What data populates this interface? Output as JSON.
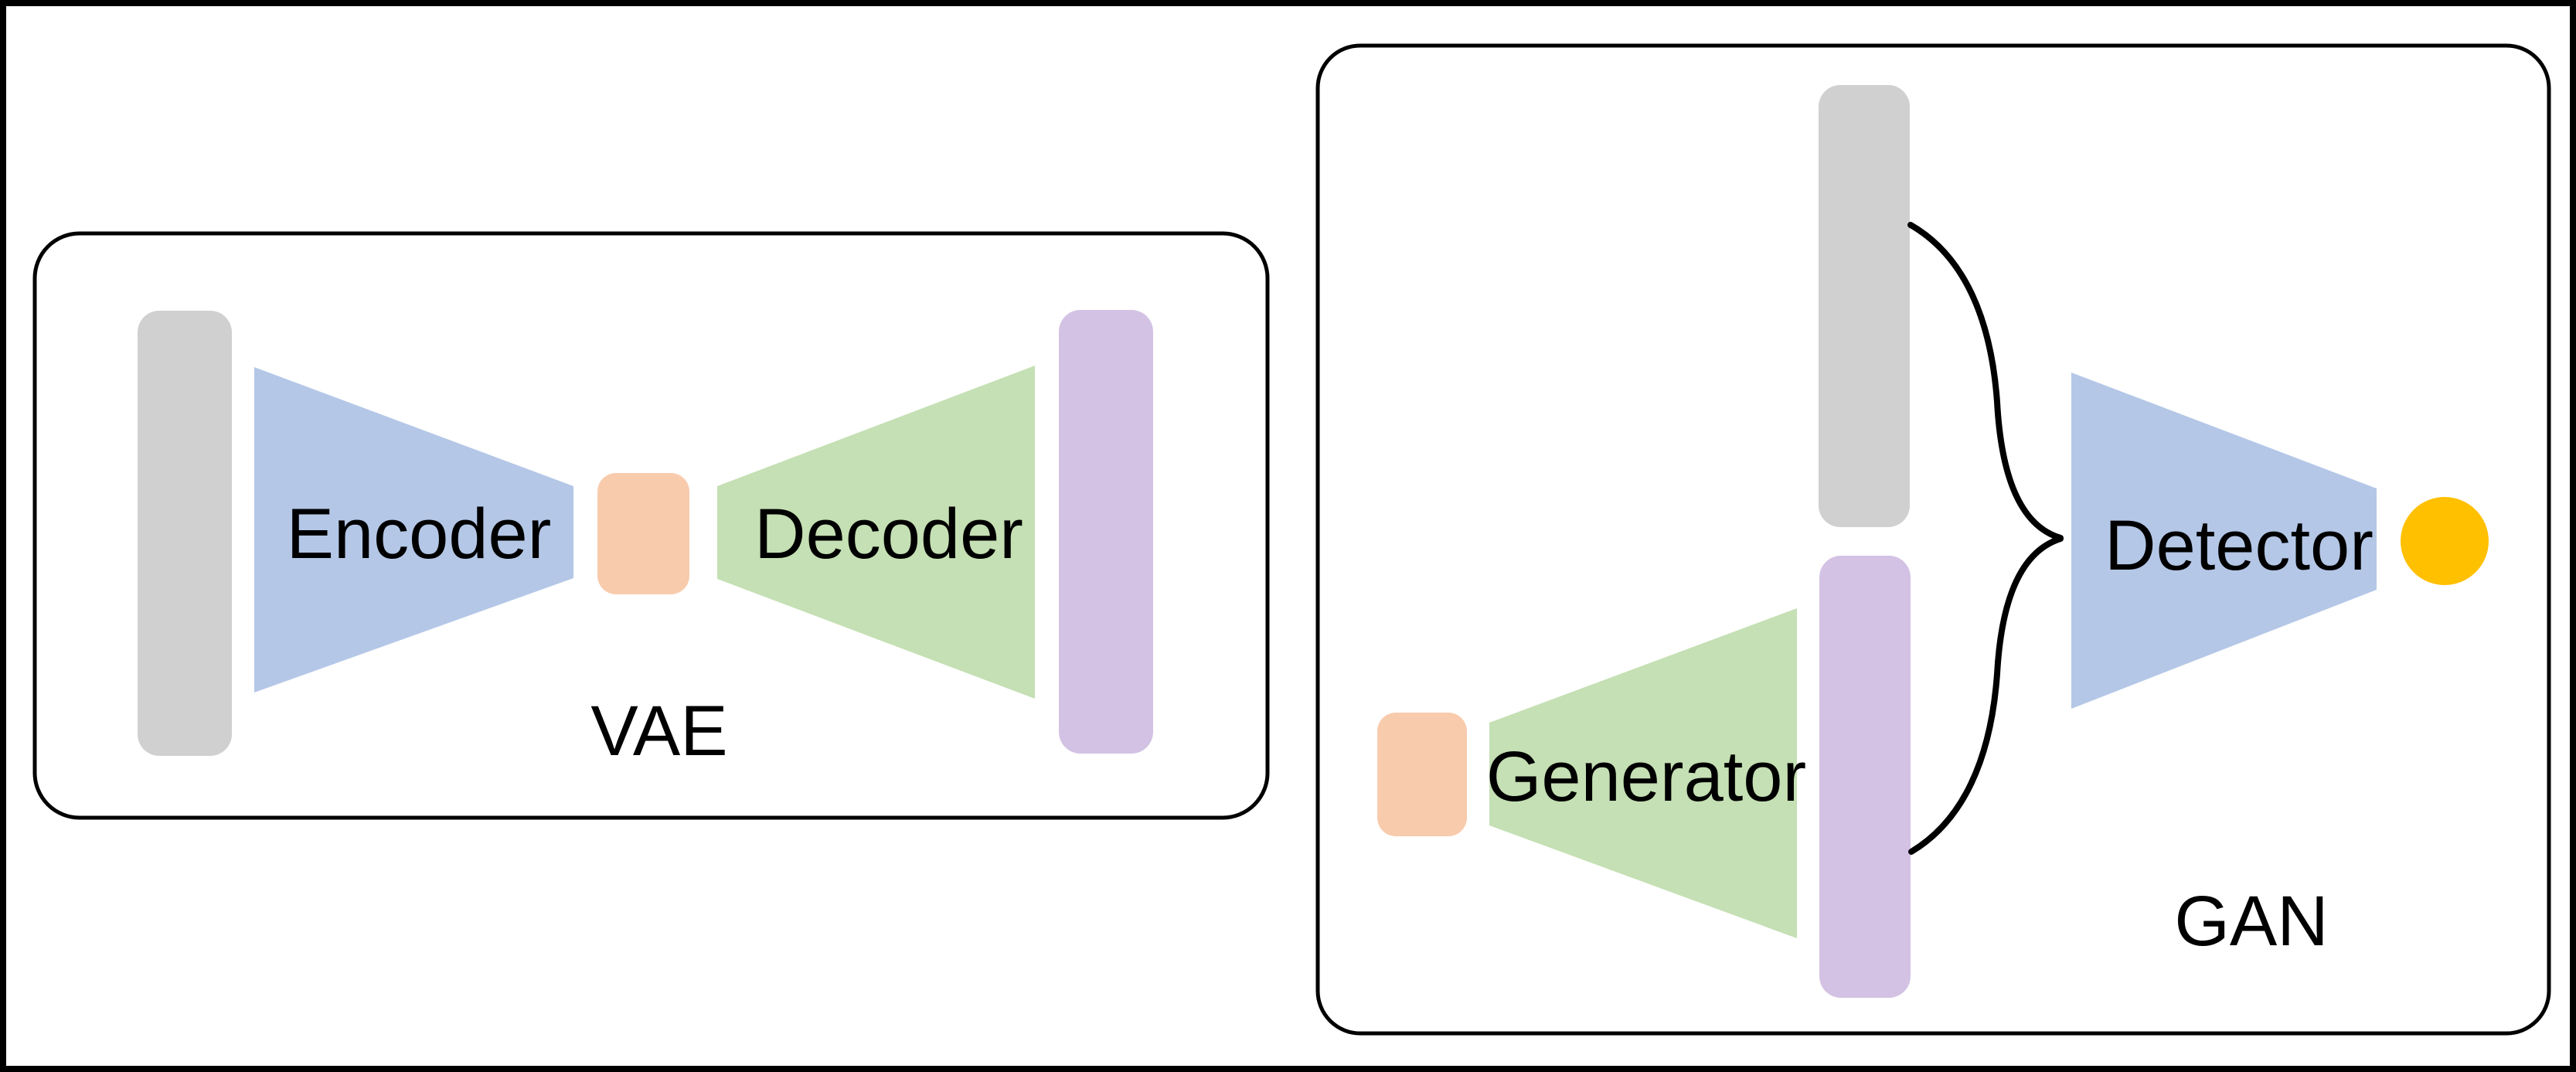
{
  "diagram": {
    "vae": {
      "title": "VAE",
      "encoder_label": "Encoder",
      "decoder_label": "Decoder"
    },
    "gan": {
      "title": "GAN",
      "generator_label": "Generator",
      "detector_label": "Detector"
    },
    "colors": {
      "data_bar_gray": "#d0d0d0",
      "network_blue": "#b4c7e7",
      "network_green": "#c5e0b4",
      "latent_orange": "#f8cbad",
      "sample_purple": "#d3c2e4",
      "score_yellow": "#ffc000",
      "outline_black": "#000000",
      "background_white": "#ffffff"
    }
  }
}
